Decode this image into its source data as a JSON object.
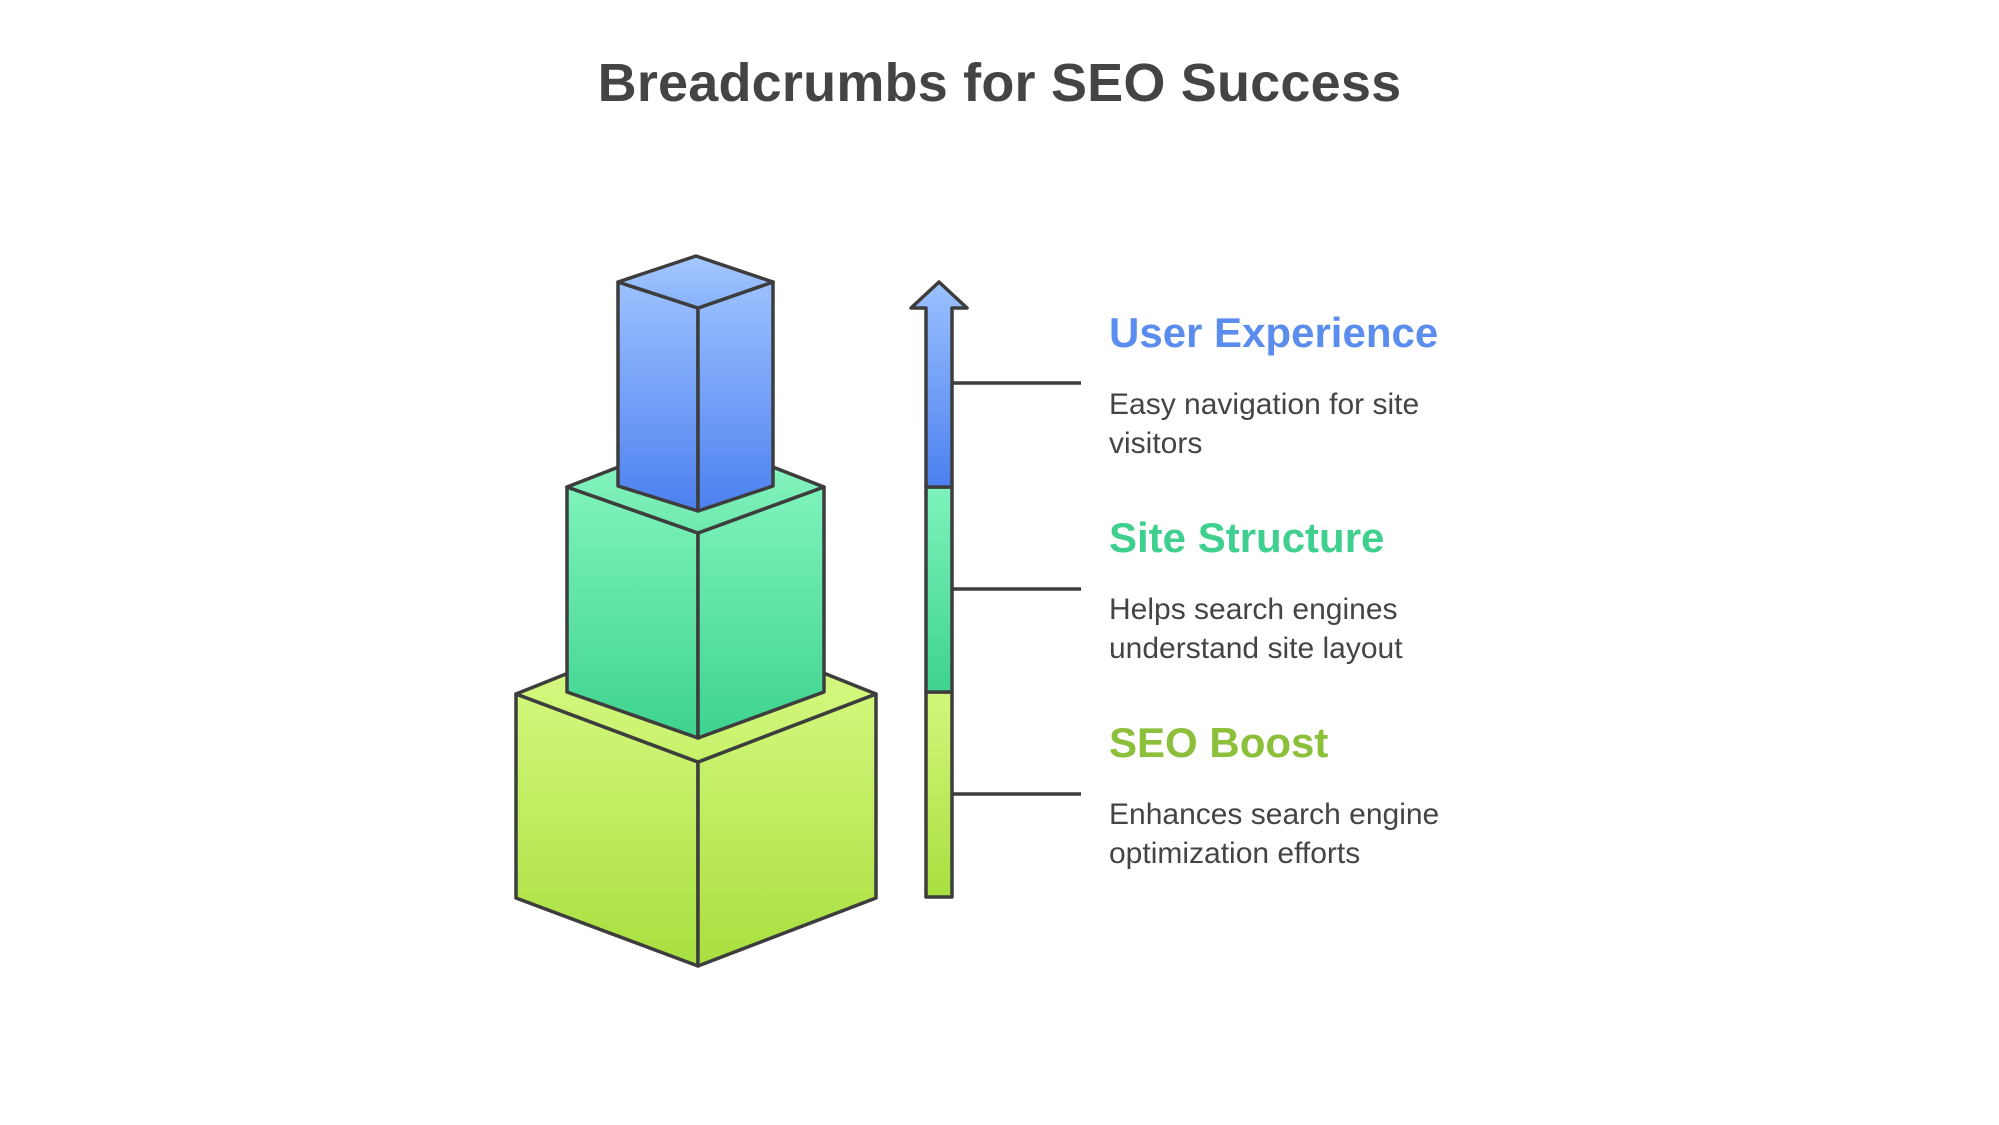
{
  "title": "Breadcrumbs for SEO Success",
  "colors": {
    "blue": "#5b8def",
    "green": "#3fcf8e",
    "lime": "#8cbf3a",
    "outline": "#3d3d3d",
    "text": "#444444"
  },
  "levels": [
    {
      "heading": "User Experience",
      "color": "#5b8def",
      "description_lines": [
        "Easy navigation for site",
        "visitors"
      ]
    },
    {
      "heading": "Site Structure",
      "color": "#3fcf8e",
      "description_lines": [
        "Helps search engines",
        "understand site layout"
      ]
    },
    {
      "heading": "SEO Boost",
      "color": "#8cbf3a",
      "description_lines": [
        "Enhances search engine",
        "optimization efforts"
      ]
    }
  ]
}
